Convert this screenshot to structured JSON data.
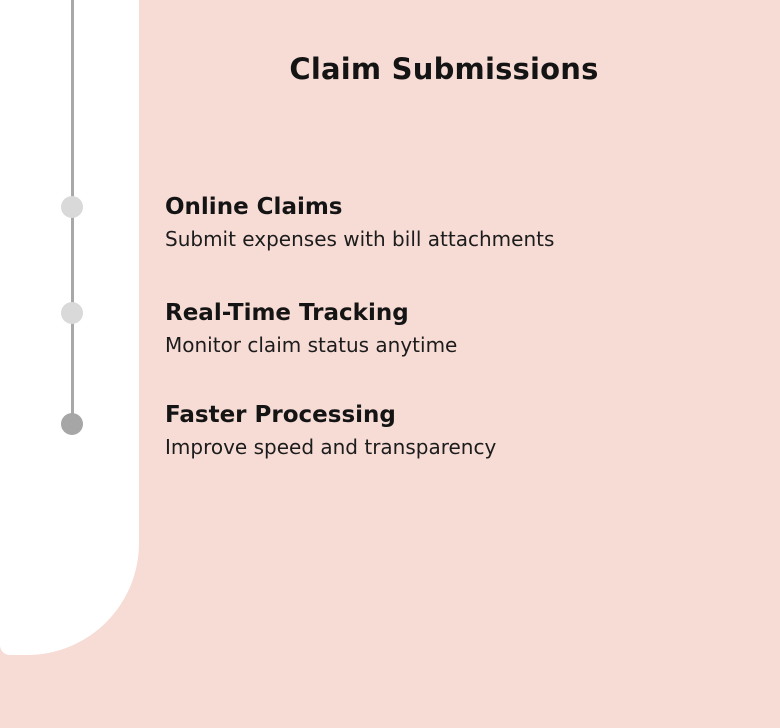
{
  "title": "Claim Submissions",
  "timeline": {
    "line_color": "#a8a8a8",
    "items": [
      {
        "heading": "Online Claims",
        "description": "Submit expenses with bill attachments",
        "dot_color": "#d9d9d9"
      },
      {
        "heading": "Real-Time Tracking",
        "description": "Monitor claim status anytime",
        "dot_color": "#d9d9d9"
      },
      {
        "heading": "Faster Processing",
        "description": "Improve speed and transparency",
        "dot_color": "#a6a6a6"
      }
    ]
  },
  "colors": {
    "background": "#f7dbd5",
    "panel": "#ffffff",
    "text": "#141414"
  }
}
